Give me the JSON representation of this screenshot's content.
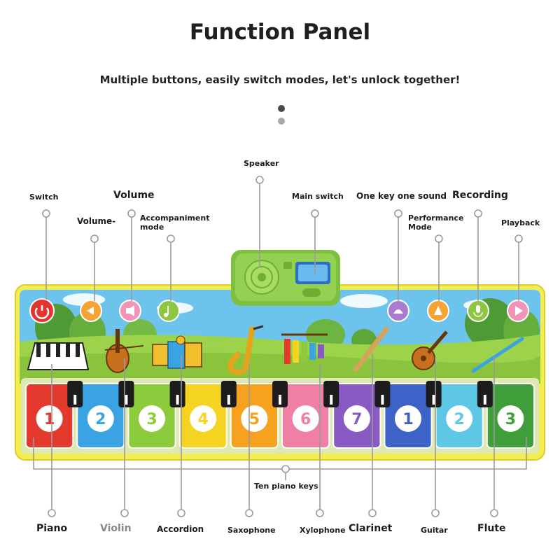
{
  "header": {
    "title": "Function Panel",
    "subtitle": "Multiple buttons, easily switch modes, let's unlock together!"
  },
  "top_labels": {
    "speaker": "Speaker",
    "switch": "Switch",
    "volume": "Volume",
    "main_switch": "Main switch",
    "one_key_one_sound": "One key one sound",
    "recording": "Recording",
    "volume_minus": "Volume-",
    "accompaniment_mode": "Accompaniment mode",
    "performance_mode": "Performance Mode",
    "playback": "Playback"
  },
  "keys": {
    "caption": "Ten piano keys",
    "labels": [
      "1",
      "2",
      "3",
      "4",
      "5",
      "6",
      "7",
      "1",
      "2",
      "3"
    ]
  },
  "bottom_labels": {
    "piano": "Piano",
    "violin": "Violin",
    "accordion": "Accordion",
    "saxophone": "Saxophone",
    "xylophone": "Xylophone",
    "clarinet": "Clarinet",
    "guitar": "Guitar",
    "flute": "Flute"
  },
  "colors": {
    "mat_border": "#f4ec52",
    "sky": "#6cc4ec",
    "grass": "#9dd34a",
    "keys": [
      "#e43a2e",
      "#3aa3e3",
      "#8ccc3c",
      "#f4d321",
      "#f6a21e",
      "#f07fa6",
      "#8a5ac4",
      "#3d62c8",
      "#5ec7e6",
      "#3f9e3a"
    ],
    "speaker_green": "#94d052"
  }
}
